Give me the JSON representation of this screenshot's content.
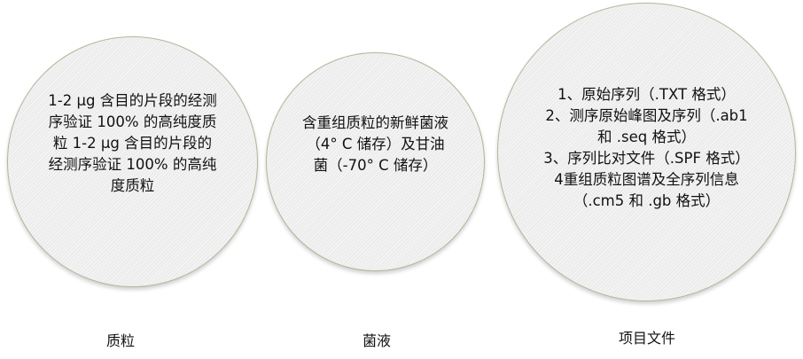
{
  "diagram": {
    "items": [
      {
        "label": "质粒",
        "lines": [
          "1-2 μg 含目的片段的经测",
          "序验证 100% 的高纯度质",
          "粒  1-2 μg 含目的片段的",
          "经测序验证 100% 的高纯",
          "度质粒"
        ]
      },
      {
        "label": "菌液",
        "lines": [
          "含重组质粒的新鲜菌液",
          "（4° C 储存）及甘油",
          "菌（-70° C 储存）"
        ]
      },
      {
        "label": "项目文件",
        "lines": [
          "1、原始序列（.TXT 格式）",
          "2、测序原始峰图及序列（.ab1",
          "和 .seq 格式）",
          "3、序列比对文件（.SPF 格式）",
          "4重组质粒图谱及全序列信息",
          "（.cm5 和 .gb 格式）"
        ]
      }
    ],
    "colors": {
      "circle_fill": "#ececec",
      "circle_border": "#b5b59c",
      "text": "#111111",
      "background": "#ffffff"
    }
  }
}
